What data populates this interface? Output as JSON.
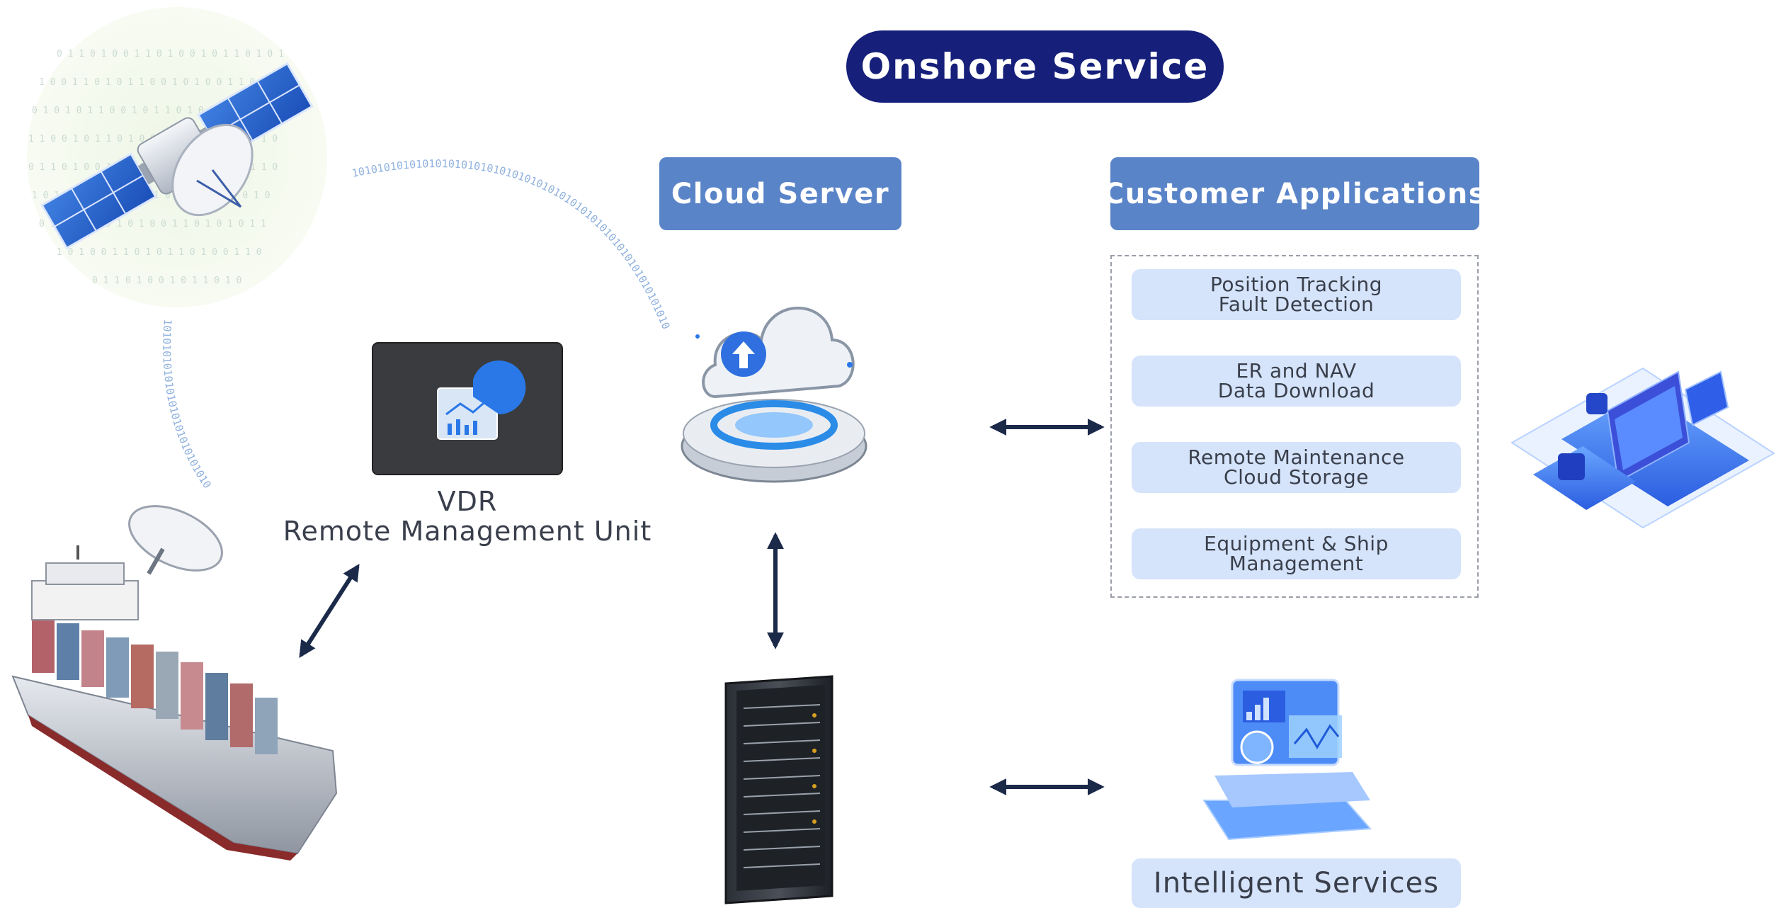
{
  "title": "Onshore Service",
  "cloud_server": "Cloud Server",
  "customer_applications": {
    "header": "Customer Applications",
    "items": [
      {
        "line1": "Position Tracking",
        "line2": "Fault Detection"
      },
      {
        "line1": "ER and NAV",
        "line2": "Data Download"
      },
      {
        "line1": "Remote Maintenance",
        "line2": "Cloud Storage"
      },
      {
        "line1": "Equipment & Ship",
        "line2": "Management"
      }
    ]
  },
  "vdr": {
    "line1": "VDR",
    "line2": "Remote Management Unit"
  },
  "intelligent_services": "Intelligent Services",
  "binary_upper": "101010101010101010101010101010101010101010101010101010101010",
  "binary_lower": "1010101010101010101010101010",
  "colors": {
    "title_bg": "#16207a",
    "header_bg": "#5a84c8",
    "item_bg": "#d5e4fa",
    "arrow": "#1c2a4a"
  }
}
